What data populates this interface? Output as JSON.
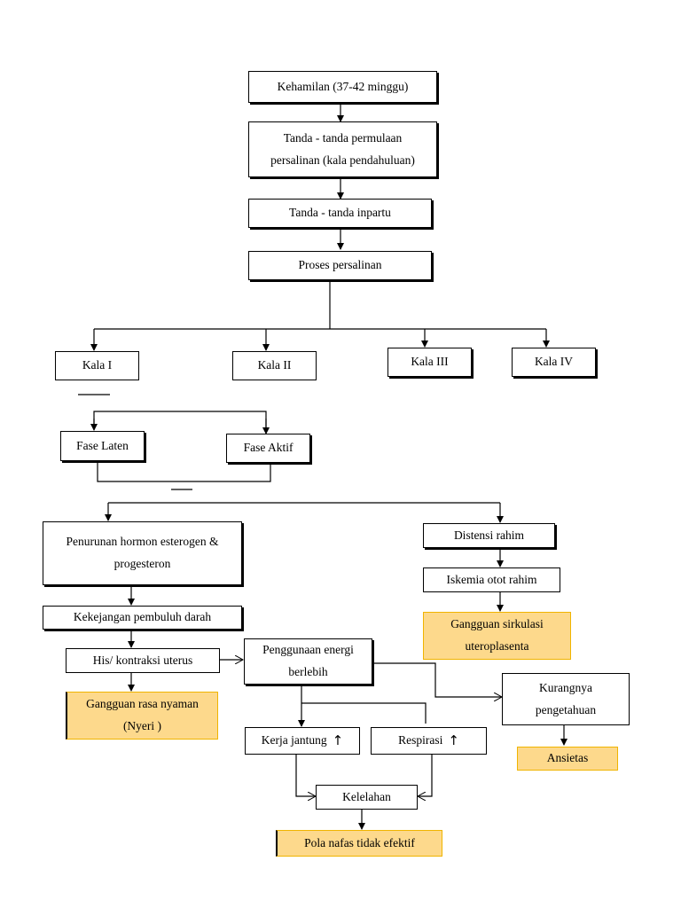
{
  "nodes": {
    "kehamilan": "Kehamilan (37-42 minggu)",
    "tanda_permulaan": "Tanda - tanda permulaan\npersalinan (kala pendahuluan)",
    "tanda_inpartu": "Tanda - tanda inpartu",
    "proses": "Proses persalinan",
    "kala1": "Kala I",
    "kala2": "Kala II",
    "kala3": "Kala III",
    "kala4": "Kala IV",
    "fase_laten": "Fase Laten",
    "fase_aktif": "Fase Aktif",
    "penurunan_hormon": "Penurunan hormon esterogen &\nprogesteron",
    "kekejangan": "Kekejangan pembuluh darah",
    "his": "His/ kontraksi uterus",
    "gangguan_nyaman": "Gangguan rasa nyaman\n(Nyeri )",
    "penggunaan_energi": "Penggunaan energi\nberlebih",
    "kerja_jantung": "Kerja jantung",
    "respirasi": "Respirasi",
    "kelelahan": "Kelelahan",
    "pola_nafas": "Pola nafas tidak efektif",
    "distensi": "Distensi rahim",
    "iskemia": "Iskemia otot rahim",
    "gangguan_sirkulasi": "Gangguan sirkulasi\nuteroplasenta",
    "kurangnya": "Kurangnya\npengetahuan",
    "ansietas": "Ansietas"
  },
  "symbols": {
    "increase": "↑"
  },
  "colors": {
    "highlight": "#fdd98c",
    "highlight_border": "#f0b400",
    "line": "#000000"
  }
}
